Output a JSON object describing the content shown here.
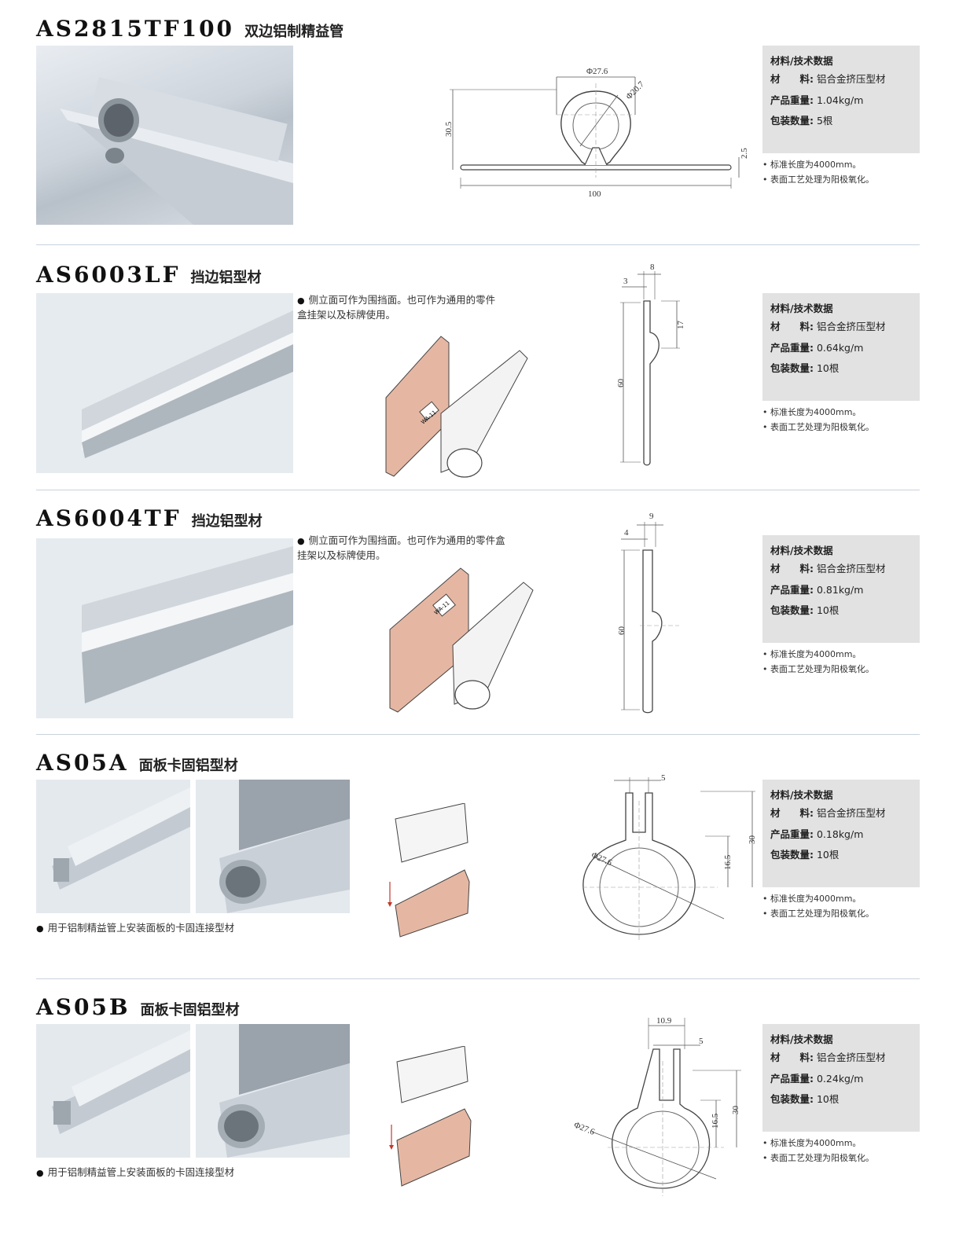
{
  "products": [
    {
      "code": "AS2815TF100",
      "name": "双边铝制精益管",
      "spec_header": "材料/技术数据",
      "material_label": "材　　料:",
      "material": "铝合金挤压型材",
      "weight_label": "产品重量:",
      "weight": "1.04kg/m",
      "pack_label": "包装数量:",
      "pack": "5根",
      "notes": [
        "标准长度为4000mm。",
        "表面工艺处理为阳极氧化。"
      ],
      "dims": {
        "d1": "Φ27.6",
        "d2": "Φ20.7",
        "h": "30.5",
        "t": "2.5",
        "w": "100"
      }
    },
    {
      "code": "AS6003LF",
      "name": "挡边铝型材",
      "bullet": "侧立面可作为围挡面。也可作为通用的零件盒挂架以及标牌使用。",
      "spec_header": "材料/技术数据",
      "material_label": "材　　料:",
      "material": "铝合金挤压型材",
      "weight_label": "产品重量:",
      "weight": "0.64kg/m",
      "pack_label": "包装数量:",
      "pack": "10根",
      "notes": [
        "标准长度为4000mm。",
        "表面工艺处理为阳极氧化。"
      ],
      "dims": {
        "top": "8",
        "left": "3",
        "mid": "17",
        "h": "60"
      },
      "clip_label": "WA-11"
    },
    {
      "code": "AS6004TF",
      "name": "挡边铝型材",
      "bullet": "侧立面可作为围挡面。也可作为通用的零件盒挂架以及标牌使用。",
      "spec_header": "材料/技术数据",
      "material_label": "材　　料:",
      "material": "铝合金挤压型材",
      "weight_label": "产品重量:",
      "weight": "0.81kg/m",
      "pack_label": "包装数量:",
      "pack": "10根",
      "notes": [
        "标准长度为4000mm。",
        "表面工艺处理为阳极氧化。"
      ],
      "dims": {
        "top": "9",
        "left": "4",
        "h": "60"
      },
      "clip_label": "WA-11"
    },
    {
      "code": "AS05A",
      "name": "面板卡固铝型材",
      "bullet": "用于铝制精益管上安装面板的卡固连接型材",
      "spec_header": "材料/技术数据",
      "material_label": "材　　料:",
      "material": "铝合金挤压型材",
      "weight_label": "产品重量:",
      "weight": "0.18kg/m",
      "pack_label": "包装数量:",
      "pack": "10根",
      "notes": [
        "标准长度为4000mm。",
        "表面工艺处理为阳极氧化。"
      ],
      "dims": {
        "top": "5",
        "d": "Φ27.6",
        "h1": "16.5",
        "h2": "30"
      }
    },
    {
      "code": "AS05B",
      "name": "面板卡固铝型材",
      "bullet": "用于铝制精益管上安装面板的卡固连接型材",
      "spec_header": "材料/技术数据",
      "material_label": "材　　料:",
      "material": "铝合金挤压型材",
      "weight_label": "产品重量:",
      "weight": "0.24kg/m",
      "pack_label": "包装数量:",
      "pack": "10根",
      "notes": [
        "标准长度为4000mm。",
        "表面工艺处理为阳极氧化。"
      ],
      "dims": {
        "top1": "10.9",
        "top2": "5",
        "d": "Φ27.6",
        "h1": "16.5",
        "h2": "30"
      }
    }
  ]
}
